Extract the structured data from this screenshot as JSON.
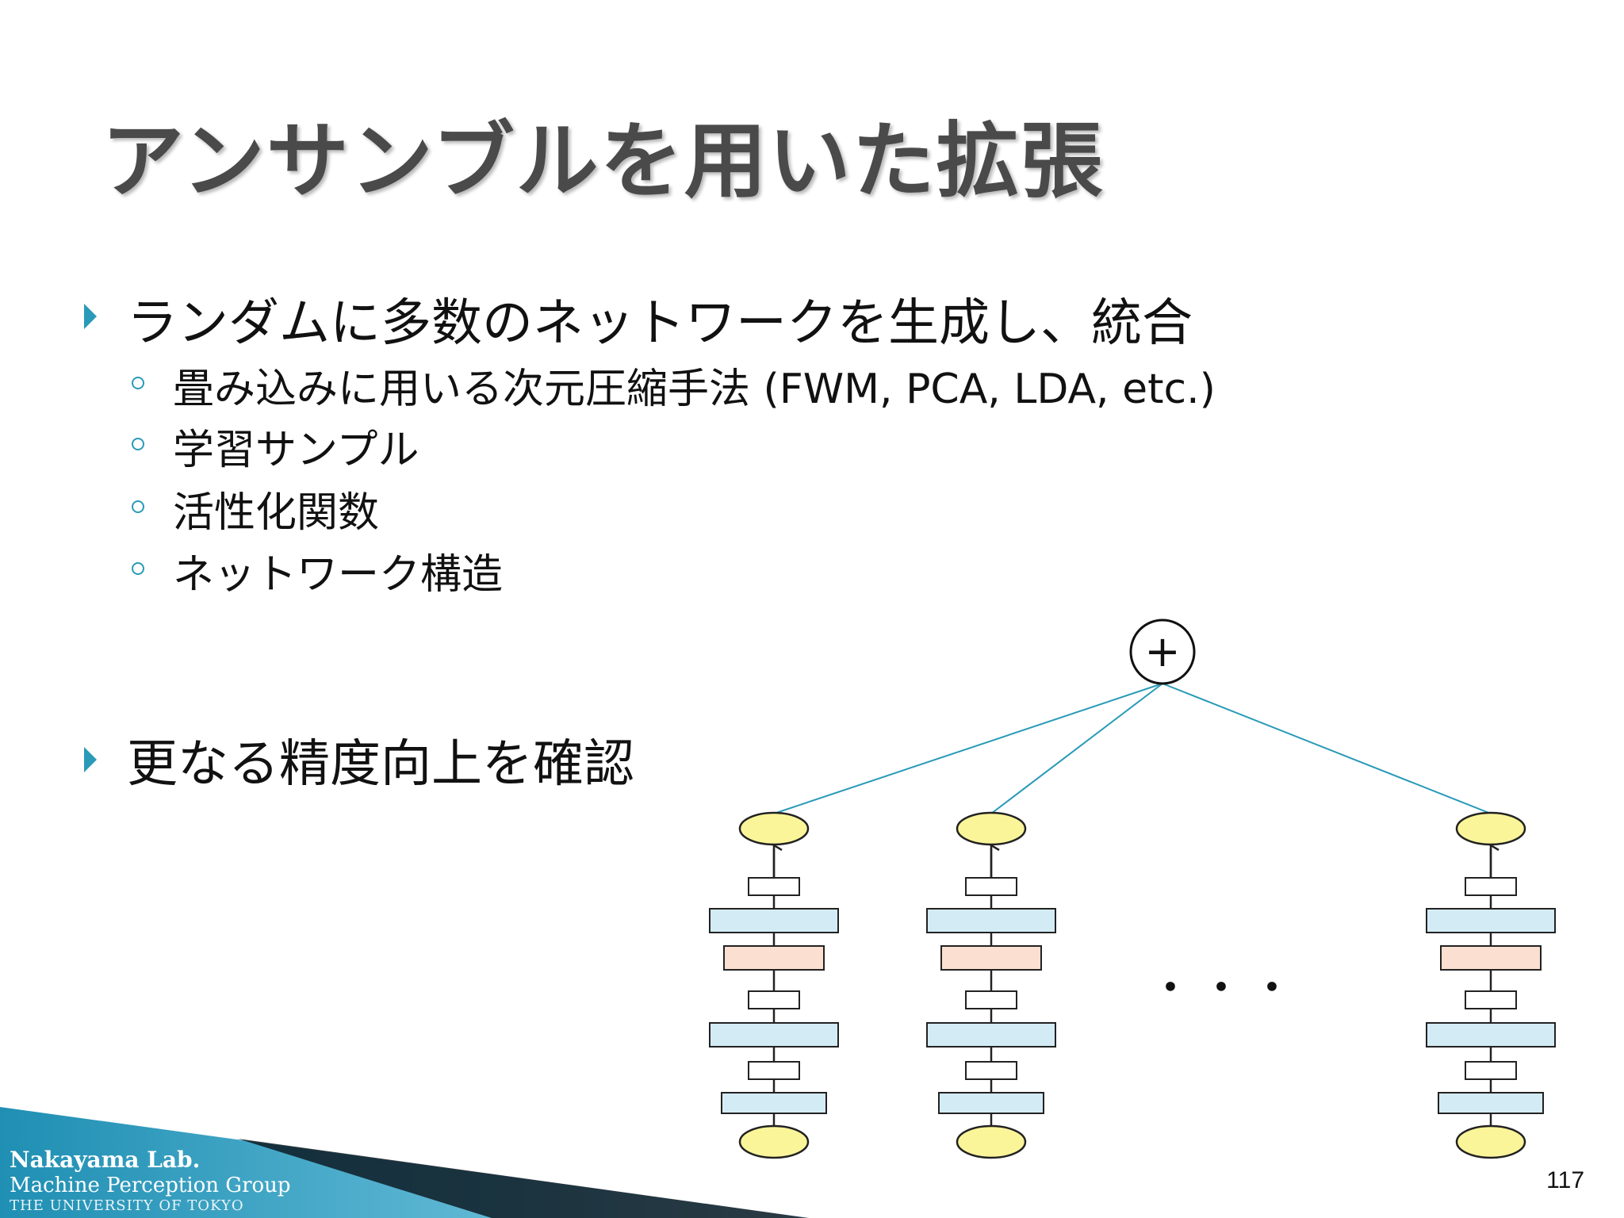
{
  "slide": {
    "title": "アンサンブルを用いた拡張",
    "bullets": [
      {
        "text": "ランダムに多数のネットワークを生成し、統合",
        "subitems": [
          "畳み込みに用いる次元圧縮手法 (FWM, PCA, LDA, etc.)",
          "学習サンプル",
          "活性化関数",
          "ネットワーク構造"
        ]
      },
      {
        "text": "更なる精度向上を確認"
      }
    ],
    "page_number": "117"
  },
  "diagram": {
    "combiner_symbol": "+",
    "ellipsis": "・・・",
    "networks": 3,
    "colors": {
      "edge": "#2a9ab8",
      "output_node": "#fbf59a",
      "input_node": "#fbf59a",
      "blue_layer": "#d3ebf5",
      "pink_layer": "#fbdfd0",
      "small_layer": "#ffffff",
      "stroke": "#222222"
    }
  },
  "footer": {
    "lab_name": "Nakayama Lab.",
    "group": "Machine Perception Group",
    "university": "THE UNIVERSITY OF TOKYO",
    "band_color": "#1f8fb3"
  }
}
